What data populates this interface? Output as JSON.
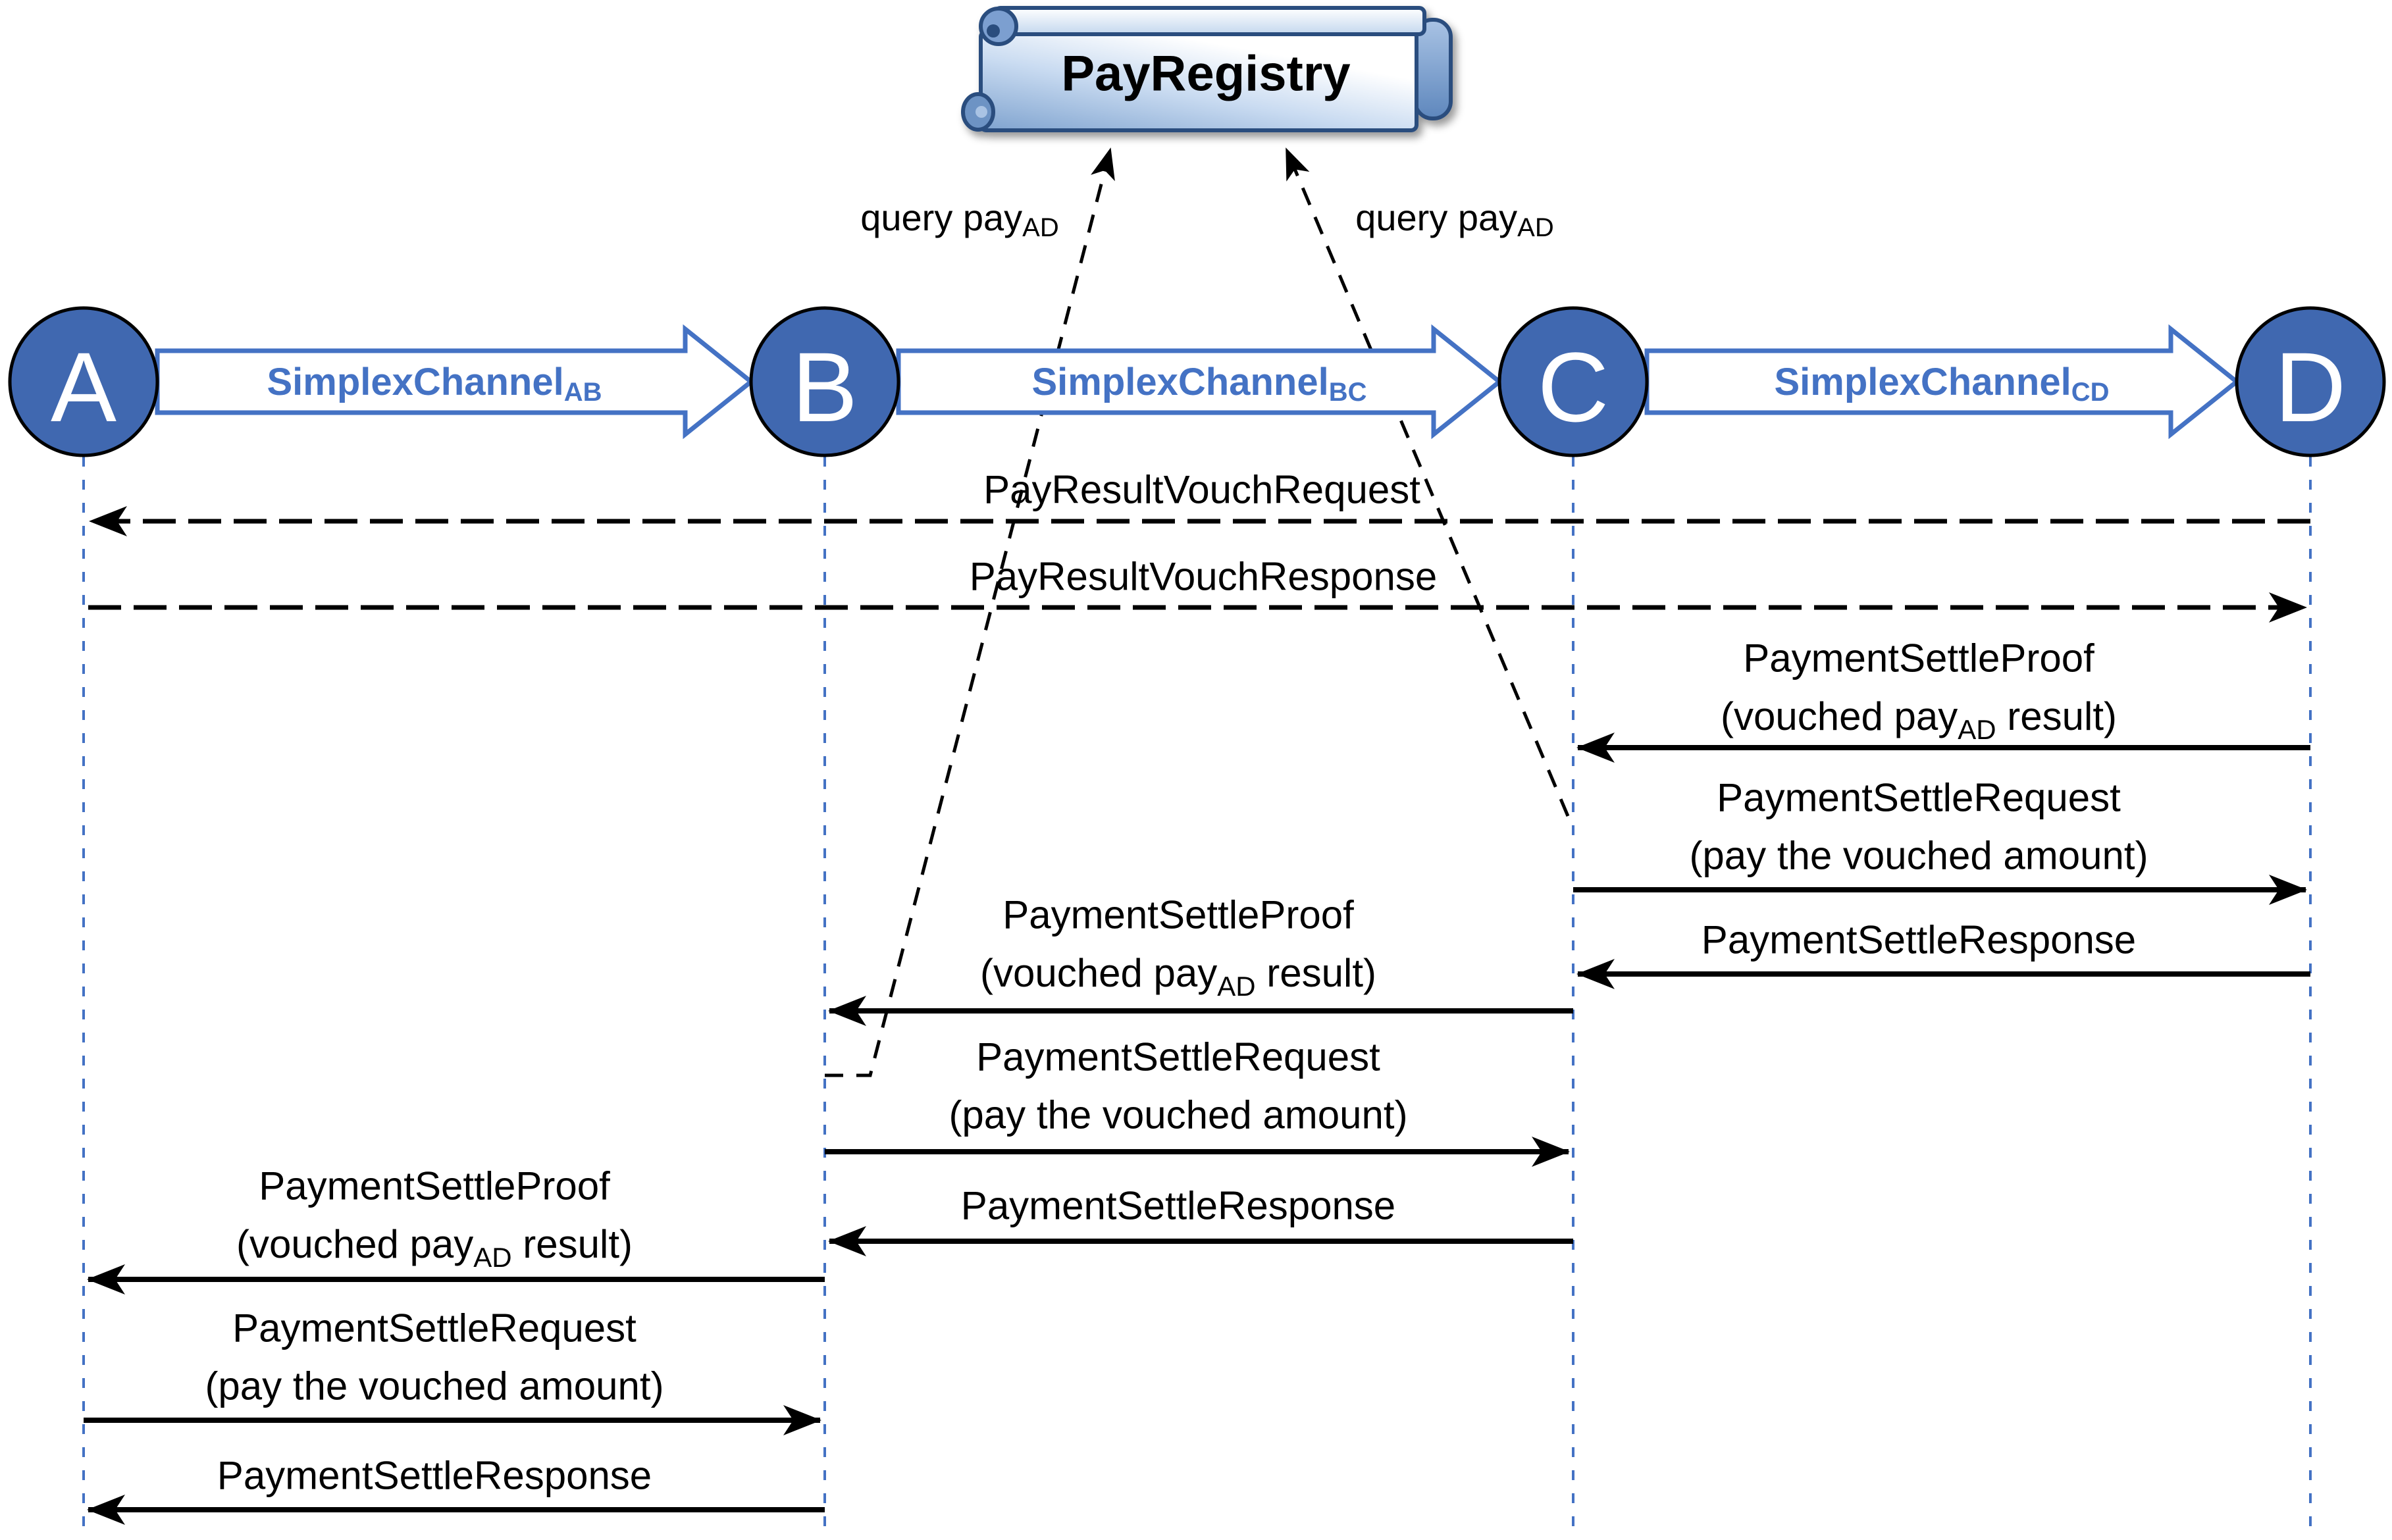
{
  "diagram": {
    "registry": {
      "title": "PayRegistry"
    },
    "queries": {
      "left": {
        "text": "query pay",
        "sub": "AD"
      },
      "right": {
        "text": "query pay",
        "sub": "AD"
      }
    },
    "nodes": {
      "a": "A",
      "b": "B",
      "c": "C",
      "d": "D"
    },
    "channels": {
      "ab": {
        "name": "SimplexChannel",
        "sub": "AB"
      },
      "bc": {
        "name": "SimplexChannel",
        "sub": "BC"
      },
      "cd": {
        "name": "SimplexChannel",
        "sub": "CD"
      }
    },
    "vouch": {
      "request": "PayResultVouchRequest",
      "response": "PayResultVouchResponse"
    },
    "settle": {
      "proof": "PaymentSettleProof",
      "proof_note_pre": "(vouched pay",
      "proof_note_sub": "AD",
      "proof_note_post": " result)",
      "request": "PaymentSettleRequest",
      "request_note": "(pay the vouched amount)",
      "response": "PaymentSettleResponse"
    },
    "colors": {
      "accent_blue": "#4472C4",
      "node_fill": "#4068B0",
      "node_text": "#FFFFFF",
      "scroll_border": "#2B4E7E",
      "scroll_fill_light": "#D9E6F5",
      "scroll_fill_dark": "#7FA3CF",
      "lifeline_blue": "#4472C4",
      "message_black": "#000000"
    }
  }
}
